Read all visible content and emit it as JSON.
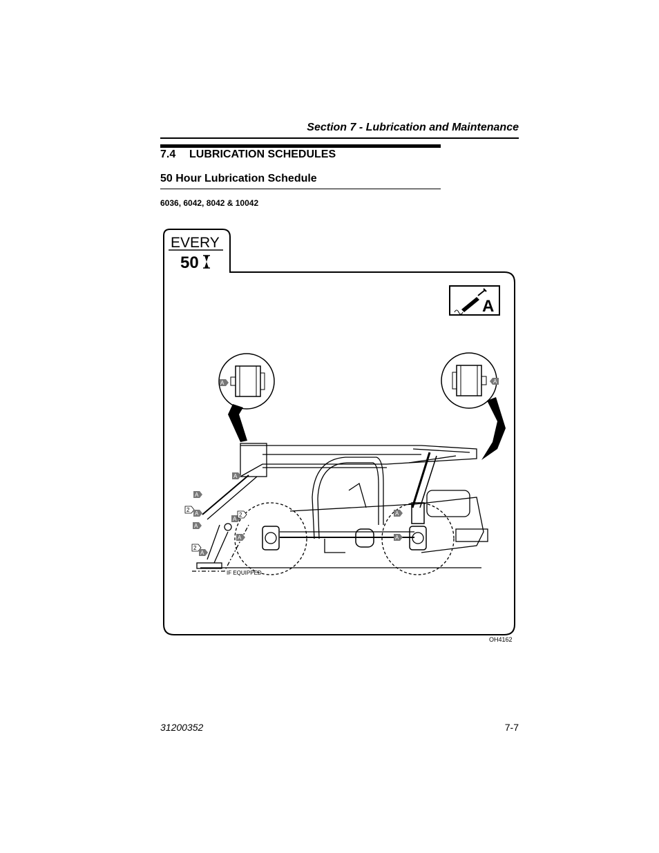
{
  "header": {
    "section_title": "Section 7 - Lubrication and Maintenance"
  },
  "heading": {
    "number": "7.4",
    "title": "LUBRICATION SCHEDULES"
  },
  "subheading": "50 Hour Lubrication Schedule",
  "models": "6036, 6042, 8042 & 10042",
  "figure": {
    "interval_label": "EVERY",
    "interval_value": "50",
    "interval_icon": "hourglass-icon",
    "lube_badge_letter": "A",
    "lube_badge_icon": "grease-gun-icon",
    "point_label": "A",
    "numbered_label": "2",
    "optional_note": "IF EQUIPPED",
    "figure_code": "OH4162"
  },
  "footer": {
    "doc_number": "31200352",
    "page_number": "7-7"
  }
}
